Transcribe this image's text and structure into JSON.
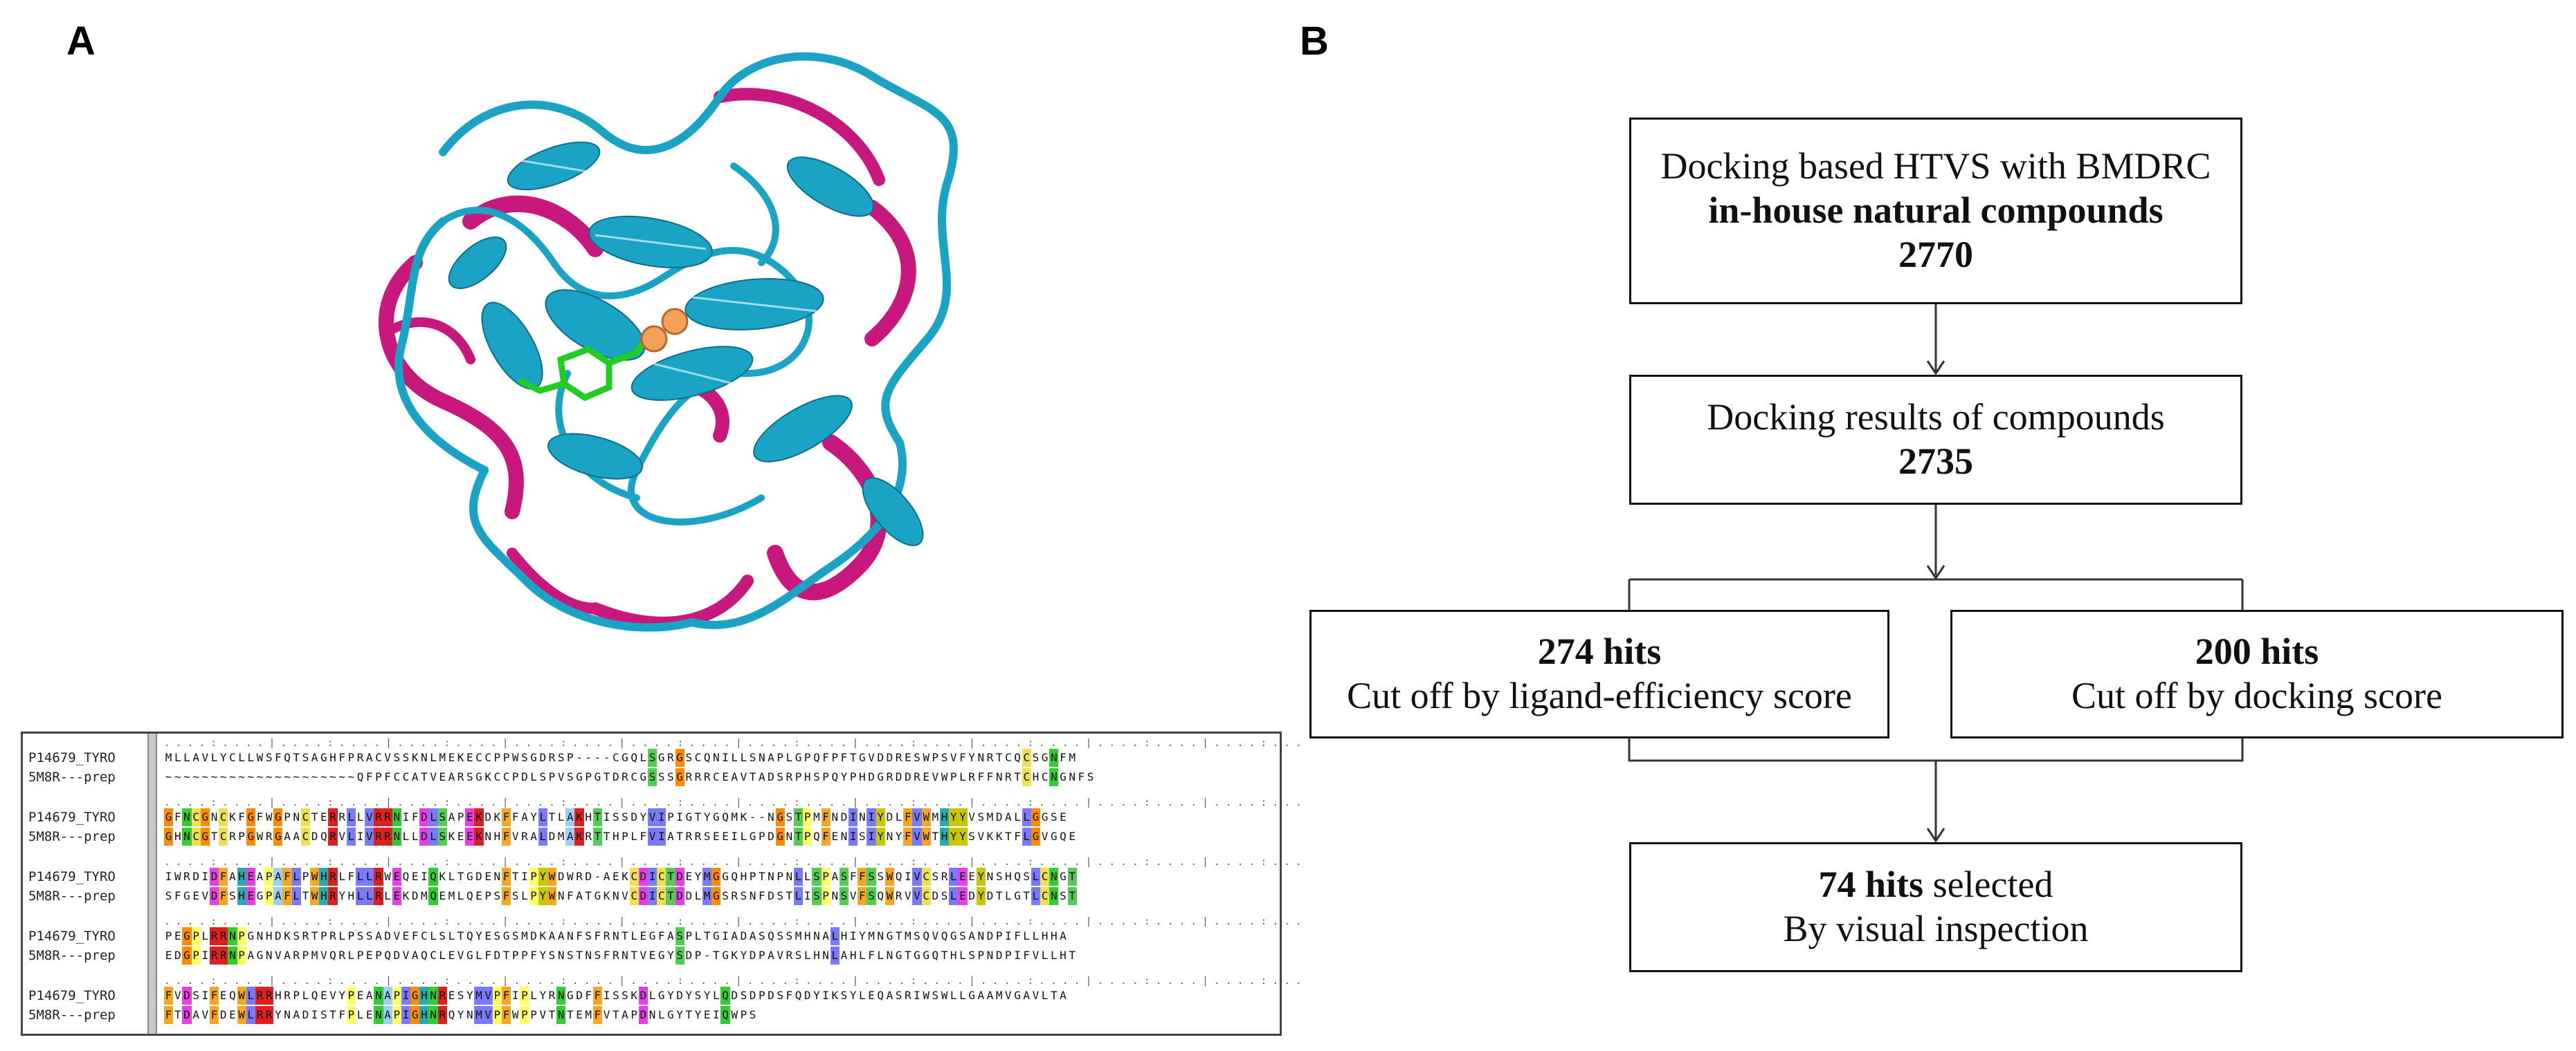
{
  "panels": {
    "a_label": "A",
    "b_label": "B"
  },
  "alignment": {
    "row_names": [
      "P14679_TYRO",
      "5M8R---prep"
    ],
    "blocks": [
      {
        "seq1": "MLLAVLYCLLWSFQTSAGHFPRACVSSKNLMEKECCPPWSGDRSP----CGQLSGRGSCQNILLSNAPLGPQFPFTGVDDRESWPSVFYNRTCQCSGNFM",
        "seq2": "~~~~~~~~~~~~~~~~~~~~~QFPFCCATVEARSGKCCPDLSPVSGPGTDRCGSSSGRRRCEAVTADSRPHSPQYPHDGRDDREVWPLRFFNRTCHCNGNFS"
      },
      {
        "seq1": "GFNCGNCKFGFWGPNCTERRLLVRRNIFDLSAPEKDKFFAYLTLAKHTISSDYVIPIGTYGQMK--NGSTPMFNDINIYDLFVWMHYYVSMDALLGGSE",
        "seq2": "GHNCGTCRPGWRGAACDQRVLIVRRNLLDLSKEEKNHFVRALDMAKRTTHPLFVIATRRSEEILGPDGNTPQFENISIYNYFVWTHYYSVKKTFLGVGQE"
      },
      {
        "seq1": "IWRDIDFAHEAPAFLPWHRLFLLRWEQEIQKLTGDENFTIPYWDWRD-AEKCDICTDEYMGGQHPTNPNLLSPASFFSSWQIVCSRLEEYNSHQSLCNGT",
        "seq2": "SFGEVDFSHEGPAFLTWHRYHLLRLEKDMQEMLQEPSFSLPYWNFATGKNVCDICTDDLMGSRSNFDSTLISPNSVFSQWRVVCDSLEDYDTLGTLCNST"
      },
      {
        "seq1": "PEGPLRRNPGNHDKSRTPRLPSSADVEFCLSLTQYESGSMDKAANFSFRNTLEGFASPLTGIADASQSSMHNALHIYMNGTMSQVQGSANDPIFLLHHA",
        "seq2": "EDGPIRRNPAGNVARPMVQRLPEPQDVAQCLEVGLFDTPPFYSNSTNSFRNTVEGYSDP-TGKYDPAVRSLHNLAHLFLNGTGGQTHLSPNDPIFVLLHT"
      },
      {
        "seq1": "FVDSIFEQWLRRHRPLQEVYPEANAPIGHNRESYMVPFIPLYRNGDFFISSKDLGYDYSYLQDSDPDSFQDYIKSYLEQASRIWSWLLGAAMVGAVLTA",
        "seq2": "FTDAVFDEWLRRYNADISTFPLENAPIGHNRQYNMVPFWPPVTNTEMFVTAPDNLGYTYEIQWPS"
      }
    ]
  },
  "flowchart": {
    "box1": {
      "line1": "Docking based HTVS with BMDRC",
      "line2": "in-house natural compounds",
      "line3": "2770"
    },
    "box2": {
      "line1": "Docking results of compounds",
      "line2": "2735"
    },
    "box3": {
      "bold": "274 hits",
      "line2": "Cut off by ligand-efficiency score"
    },
    "box4": {
      "bold": "200 hits",
      "line2": "Cut off by docking score"
    },
    "box5": {
      "bold": "74 hits",
      "rest": " selected",
      "line2": "By visual inspection"
    }
  },
  "colors": {
    "helix_cyan": "#1aa3c4",
    "ribbon_magenta": "#c8177d",
    "ligand_green": "#22cc22",
    "ion_orange": "#f2a05a"
  }
}
